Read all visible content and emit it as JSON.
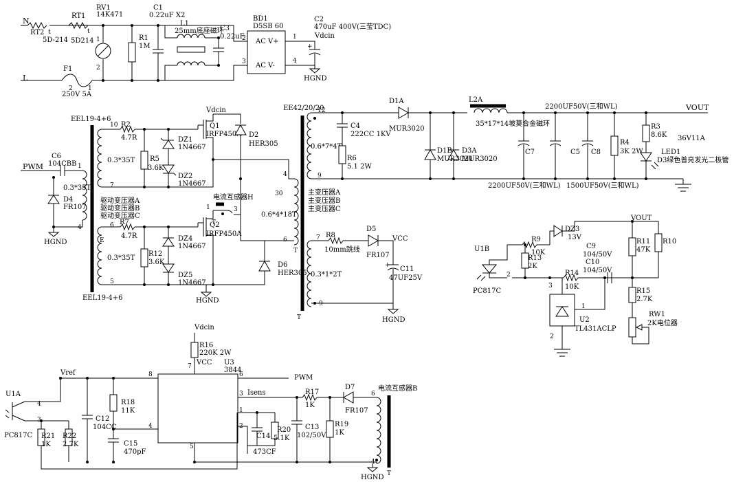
{
  "nets": {
    "n": "N",
    "l": "L",
    "vdcin": "Vdcin",
    "hgnd": "HGND",
    "pwm": "PWM",
    "vout": "VOUT",
    "vcc": "VCC",
    "vref": "Vref",
    "isens": "Isens"
  },
  "components": {
    "rt2": {
      "ref": "RT2",
      "value": "5D-214"
    },
    "rt1": {
      "ref": "RT1",
      "value": "5D214"
    },
    "rv1": {
      "ref": "RV1",
      "value": "14K471"
    },
    "c1": {
      "ref": "C1",
      "value": "0.22uF X2"
    },
    "r1": {
      "ref": "R1",
      "value": "1M"
    },
    "l1": {
      "ref": "L1",
      "value": "25mm底座磁环"
    },
    "c3": {
      "ref": "C3",
      "value": "0.22uF X2"
    },
    "bd1": {
      "ref": "BD1",
      "value": "D5SB 60",
      "ac_plus": "AC V+",
      "ac_minus": "AC V-"
    },
    "c2": {
      "ref": "C2",
      "value": "470uF 400V(三莹TDC)"
    },
    "f1": {
      "ref": "F1",
      "value": "250V 5A"
    },
    "eel_top": {
      "label": "EEL19-4+6",
      "w1": "0.3*35T",
      "w2": "0.3*35T"
    },
    "eel_bot": {
      "label": "EEL19-4+6",
      "w1": "0.3*35T"
    },
    "c6": {
      "ref": "C6",
      "value": "104CBB"
    },
    "d4": {
      "ref": "D4",
      "value": "FR107"
    },
    "drive": {
      "a": "驱动变压器A",
      "b": "驱动变压器B",
      "c": "驱动变压器C"
    },
    "r2": {
      "ref": "R2",
      "value": "4.7R"
    },
    "r5": {
      "ref": "R5",
      "value": "3.6K"
    },
    "dz1": {
      "ref": "DZ1",
      "value": "1N4667"
    },
    "dz2": {
      "ref": "DZ2",
      "value": "1N4667"
    },
    "q1": {
      "ref": "Q1",
      "value": "IRFP450A"
    },
    "d2": {
      "ref": "D2",
      "value": "HER305"
    },
    "r7": {
      "ref": "R7",
      "value": "4.7R"
    },
    "r12": {
      "ref": "R12",
      "value": "3.6K"
    },
    "dz4": {
      "ref": "DZ4",
      "value": "1N4667"
    },
    "dz5": {
      "ref": "DZ5",
      "value": "1N4667"
    },
    "q2": {
      "ref": "Q2",
      "value": "IRFP450A"
    },
    "d6": {
      "ref": "D6",
      "value": "HER305"
    },
    "ct_h": {
      "label": "电流互感器H"
    },
    "main_tr": {
      "label": "EE42/20/20",
      "w1": "0.6*7*4T",
      "w2": "0.6*4*18T",
      "w3": "0.3*1*2T",
      "a": "主变压器A",
      "b": "主变压器B",
      "c": "主变压器C"
    },
    "c4": {
      "ref": "C4",
      "value": "222CC 1KV"
    },
    "r6": {
      "ref": "R6",
      "value": "5.1 2W"
    },
    "d1a": {
      "ref": "D1A",
      "value": "MUR3020"
    },
    "d1b": {
      "ref": "D1B",
      "value": "MUR3020"
    },
    "d3a": {
      "ref": "D3A",
      "value": "MUR3020"
    },
    "l2a": {
      "ref": "L2A",
      "value": "35*17*14坡莫合金磁环"
    },
    "c7": {
      "ref": "C7",
      "value": "2200UF50V(三和WL)"
    },
    "c5": {
      "ref": "C5",
      "value": "2200UF50V(三和WL)"
    },
    "c8": {
      "ref": "C8",
      "value": "1500UF50V(三和WL)"
    },
    "r4": {
      "ref": "R4",
      "value": "3K 2W"
    },
    "r3": {
      "ref": "R3",
      "value": "8.6K"
    },
    "led1": {
      "ref": "LED1",
      "value": "D3绿色普亮发光二极管"
    },
    "out_spec": "36V11A",
    "r8": {
      "ref": "R8",
      "value": "10mm跳线"
    },
    "d5": {
      "ref": "D5",
      "value": "FR107"
    },
    "c11": {
      "ref": "C11",
      "value": "47UF25V"
    },
    "u1b": {
      "ref": "U1B",
      "value": "PC817C"
    },
    "r9": {
      "ref": "R9",
      "value": "10K"
    },
    "r13": {
      "ref": "R13",
      "value": "2K"
    },
    "dz3": {
      "ref": "DZ3",
      "value": "13V"
    },
    "c9": {
      "ref": "C9",
      "value": "104/50V"
    },
    "c10": {
      "ref": "C10",
      "value": "104/50V"
    },
    "r14": {
      "ref": "R14",
      "value": "10K"
    },
    "r11": {
      "ref": "R11",
      "value": "47K"
    },
    "r10": {
      "ref": "R10",
      "value": ""
    },
    "r15": {
      "ref": "R15",
      "value": "2.7K"
    },
    "rw1": {
      "ref": "RW1",
      "value": "2K电位器"
    },
    "u2": {
      "ref": "U2",
      "value": "TL431ACLP"
    },
    "r16": {
      "ref": "R16",
      "value": "220K 2W"
    },
    "u3": {
      "ref": "U3",
      "value": "3844"
    },
    "u1a": {
      "ref": "U1A",
      "value": "PC817C"
    },
    "r21": {
      "ref": "R21",
      "value": "1K"
    },
    "r22": {
      "ref": "R22",
      "value": "2.7K"
    },
    "c12": {
      "ref": "C12",
      "value": "104CC"
    },
    "r18": {
      "ref": "R18",
      "value": "11K"
    },
    "c15": {
      "ref": "C15",
      "value": "470pF"
    },
    "c14": {
      "ref": "C14",
      "value": "473CF"
    },
    "r20": {
      "ref": "R20",
      "value": "5.1K"
    },
    "r17": {
      "ref": "R17",
      "value": "1K"
    },
    "c13": {
      "ref": "C13",
      "value": "102/50V"
    },
    "r19": {
      "ref": "R19",
      "value": "1K"
    },
    "d7": {
      "ref": "D7",
      "value": "FR107"
    },
    "ct_b": {
      "label": "电流互感器B"
    }
  }
}
